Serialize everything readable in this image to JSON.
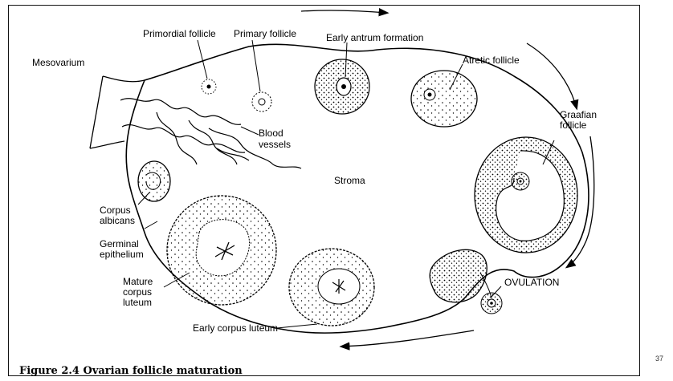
{
  "figure": {
    "caption": "Figure 2.4 Ovarian follicle maturation",
    "labels": {
      "primordial_follicle": "Primordial follicle",
      "primary_follicle": "Primary follicle",
      "early_antrum_formation": "Early antrum formation",
      "atretic_follicle": "Atretic follicle",
      "mesovarium": "Mesovarium",
      "graafian_line1": "Graafian",
      "graafian_line2": "follicle",
      "blood_line1": "Blood",
      "blood_line2": "vessels",
      "stroma": "Stroma",
      "corpus_albicans_line1": "Corpus",
      "corpus_albicans_line2": "albicans",
      "germinal_line1": "Germinal",
      "germinal_line2": "epithelium",
      "mature_cl_line1": "Mature",
      "mature_cl_line2": "corpus",
      "mature_cl_line3": "luteum",
      "ovulation": "OVULATION",
      "early_corpus_luteum": "Early corpus luteum"
    }
  },
  "slide": {
    "number": "37"
  }
}
